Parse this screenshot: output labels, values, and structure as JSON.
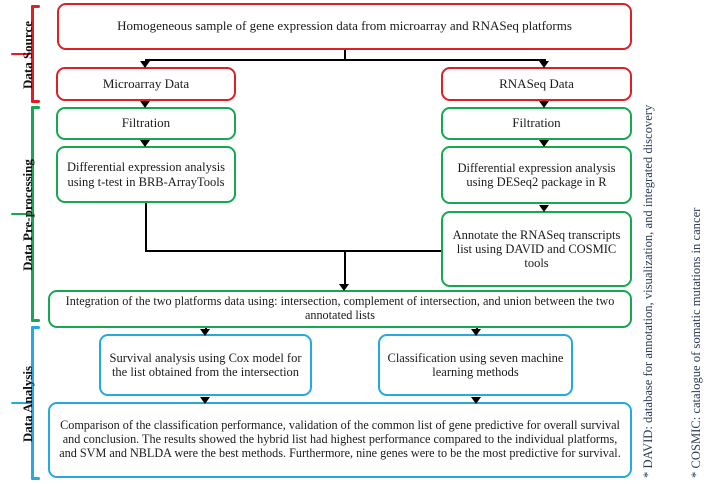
{
  "diagram": {
    "title": "Study workflow: integration of microarray and RNASeq gene expression data",
    "colors": {
      "data_source": "#DE1F26",
      "data_preprocessing": "#16A84F",
      "data_analysis": "#24A9E0",
      "connector": "#000000",
      "footnote_text": "#2E3A59"
    }
  },
  "sections": [
    {
      "id": "data-source",
      "label": "Data Source",
      "color": "#DE1F26"
    },
    {
      "id": "data-preprocessing",
      "label": "Data Pre-processing",
      "color": "#16A84F"
    },
    {
      "id": "data-analysis",
      "label": "Data Analysis",
      "color": "#24A9E0"
    }
  ],
  "nodes": {
    "source": "Homogeneous sample of gene expression data from microarray and RNASeq platforms",
    "microarray": "Microarray Data",
    "rnaseq": "RNASeq Data",
    "filtration_left": "Filtration",
    "filtration_right": "Filtration",
    "de_left": "Differential expression analysis using t-test in BRB-ArrayTools",
    "de_right": "Differential expression analysis using DESeq2 package in R",
    "annotate": "Annotate the RNASeq transcripts list using DAVID and COSMIC tools",
    "integration": "Integration of the two platforms data using: intersection, complement of intersection, and union between the two annotated lists",
    "survival": "Survival analysis using Cox model for the list obtained from the intersection",
    "classification": "Classification using seven machine learning methods",
    "conclusion": "Comparison of the classification performance, validation of the common list of gene predictive for overall survival and conclusion. The results showed the hybrid list had highest performance compared to the individual platforms, and SVM and NBLDA were the best methods. Furthermore, nine genes were to be the most predictive for survival."
  },
  "footnotes": [
    "* DAVID: database for annotation, visualization, and integrated discovery",
    "* COSMIC: catalogue of somatic mutations in cancer"
  ]
}
